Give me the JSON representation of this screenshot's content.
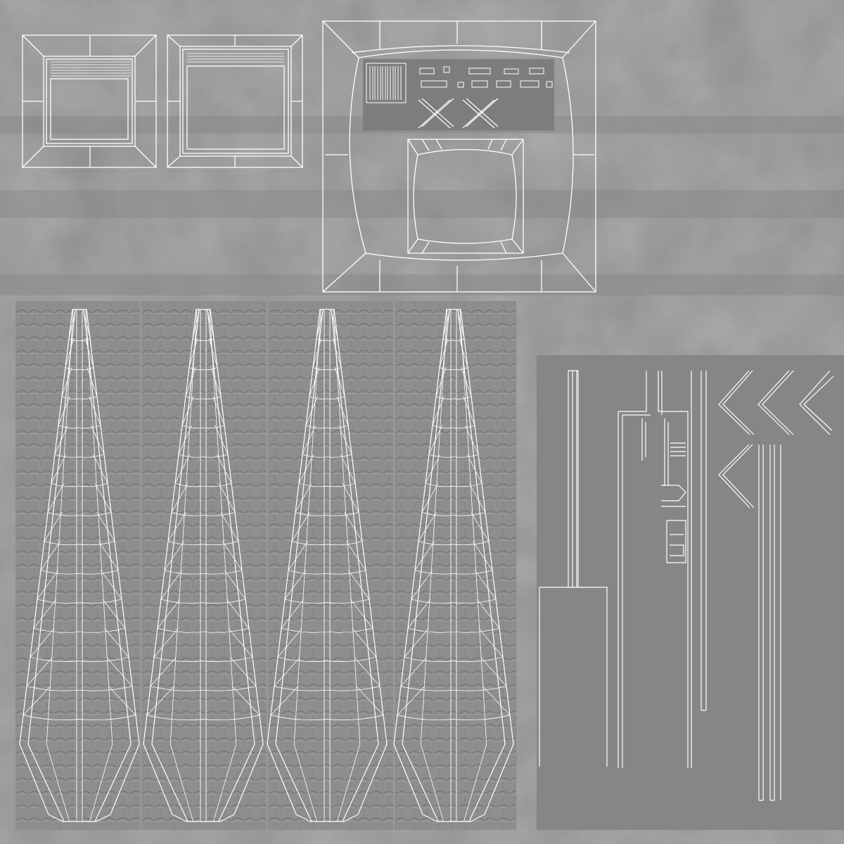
{
  "texture_atlas": {
    "colors": {
      "concrete_base": "#8c8c8c",
      "concrete_dark": "#7c7c7c",
      "concrete_light": "#9a9a9a",
      "wire": "#ffffff",
      "roof_tile_bg": "#8d8d8d",
      "flat_panel": "#868686",
      "label_panel": "#7d7d7d"
    },
    "islands": {
      "top_squares": 2,
      "roof_with_labels": 1,
      "spires": 4,
      "trim_strips": 1
    },
    "spire_segments": 14
  }
}
